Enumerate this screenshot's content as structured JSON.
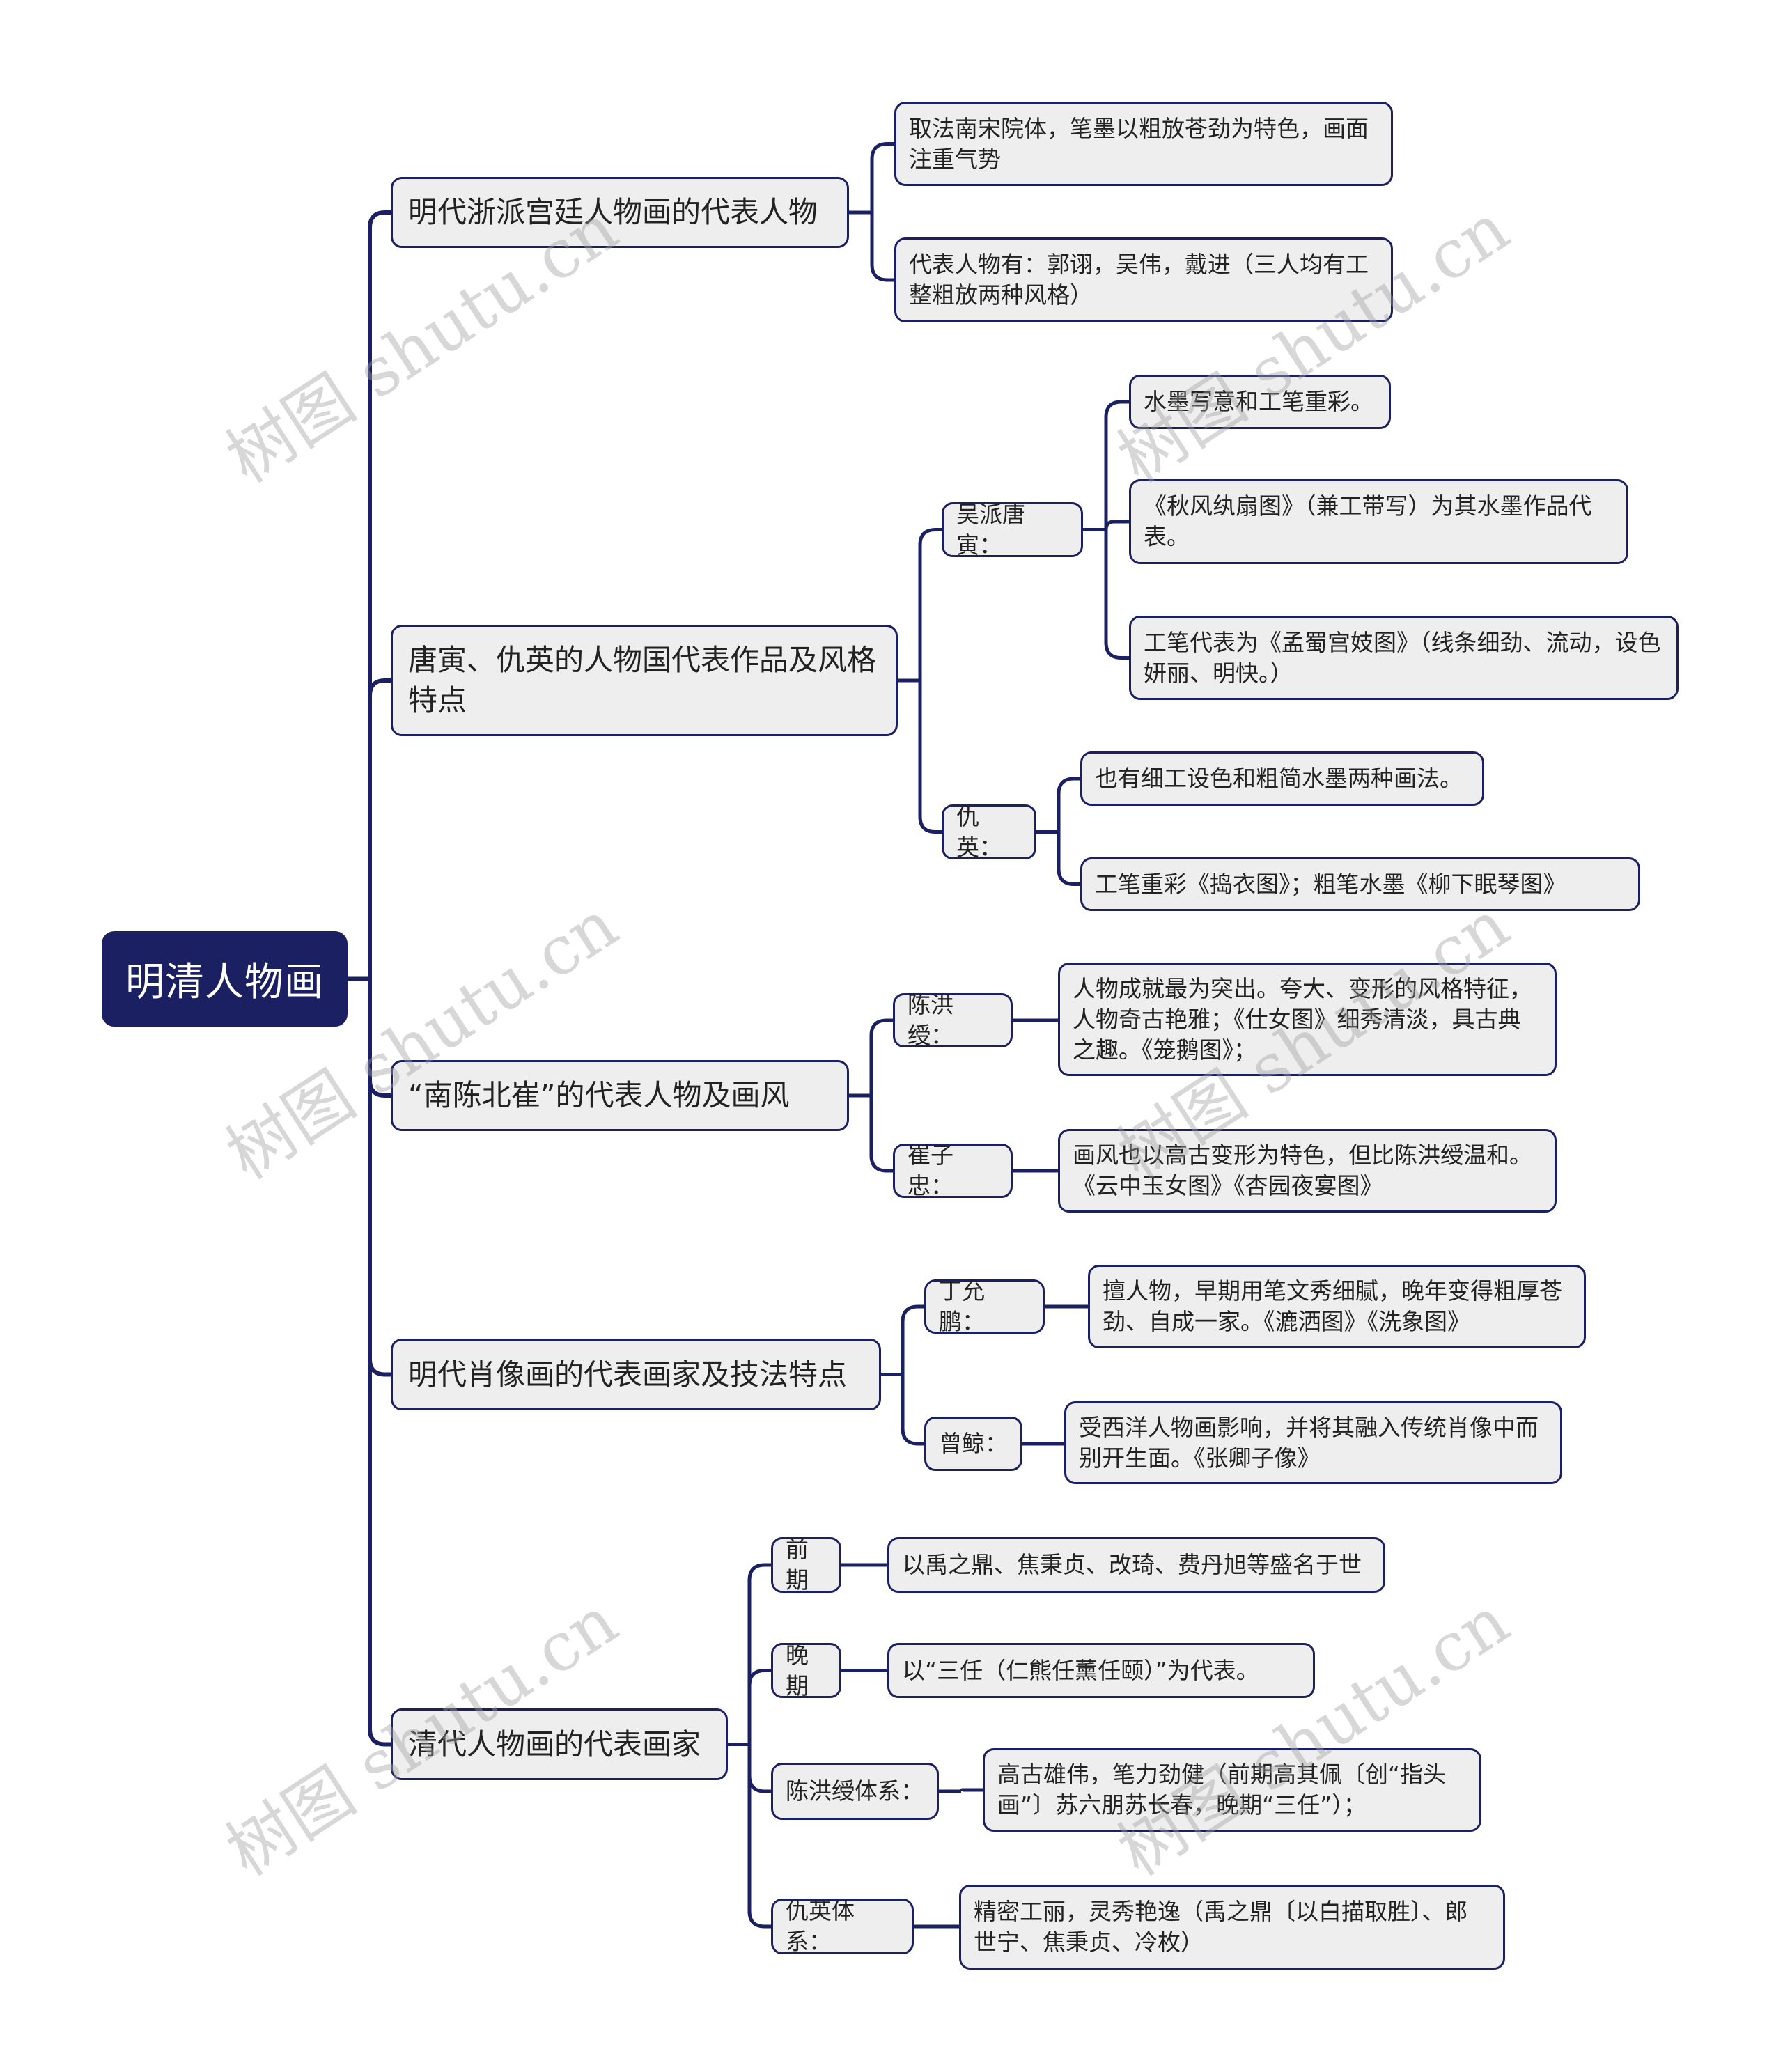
{
  "theme": {
    "accent": "#1b2062",
    "node_fill": "#eeeeee",
    "text": "#222222",
    "root_text": "#ffffff"
  },
  "watermark": "树图 shutu.cn",
  "root": {
    "label": "明清人物画"
  },
  "branches": [
    {
      "label": "明代浙派宫廷人物画的代表人物",
      "children": [
        {
          "label": "取法南宋院体，笔墨以粗放苍劲为特色，画面注重气势"
        },
        {
          "label": "代表人物有：郭诩，吴伟，戴进（三人均有工整粗放两种风格）"
        }
      ]
    },
    {
      "label": "唐寅、仇英的人物国代表作品及风格特点",
      "children": [
        {
          "label": "吴派唐寅：",
          "children": [
            {
              "label": "水墨写意和工笔重彩。"
            },
            {
              "label": "《秋风纨扇图》（兼工带写）为其水墨作品代表。"
            },
            {
              "label": "工笔代表为《孟蜀宫妓图》（线条细劲、流动，设色妍丽、明快。）"
            }
          ]
        },
        {
          "label": "仇英：",
          "children": [
            {
              "label": "也有细工设色和粗简水墨两种画法。"
            },
            {
              "label": "工笔重彩《捣衣图》；粗笔水墨《柳下眠琴图》"
            }
          ]
        }
      ]
    },
    {
      "label": "“南陈北崔”的代表人物及画风",
      "children": [
        {
          "label": "陈洪绶：",
          "children": [
            {
              "label": "人物成就最为突出。夸大、变形的风格特征，人物奇古艳雅；《仕女图》细秀清淡，具古典之趣。《笼鹅图》；"
            }
          ]
        },
        {
          "label": "崔子忠：",
          "children": [
            {
              "label": "画风也以高古变形为特色，但比陈洪绶温和。《云中玉女图》《杏园夜宴图》"
            }
          ]
        }
      ]
    },
    {
      "label": "明代肖像画的代表画家及技法特点",
      "children": [
        {
          "label": "丁允鹏：",
          "children": [
            {
              "label": "擅人物，早期用笔文秀细腻，晚年变得粗厚苍劲、自成一家。《漉洒图》《洗象图》"
            }
          ]
        },
        {
          "label": "曾鲸：",
          "children": [
            {
              "label": "受西洋人物画影响，并将其融入传统肖像中而别开生面。《张卿子像》"
            }
          ]
        }
      ]
    },
    {
      "label": "清代人物画的代表画家",
      "children": [
        {
          "label": "前期",
          "children": [
            {
              "label": "以禹之鼎、焦秉贞、改琦、费丹旭等盛名于世"
            }
          ]
        },
        {
          "label": "晚期",
          "children": [
            {
              "label": "以“三任（仁熊任薰任颐）”为代表。"
            }
          ]
        },
        {
          "label": "陈洪绶体系：",
          "children": [
            {
              "label": "高古雄伟，笔力劲健（前期高其佩〔创“指头画”〕苏六朋苏长春，晚期“三任”）；"
            }
          ]
        },
        {
          "label": "仇英体系：",
          "children": [
            {
              "label": "精密工丽，灵秀艳逸（禹之鼎〔以白描取胜〕、郎世宁、焦秉贞、冷枚）"
            }
          ]
        }
      ]
    }
  ]
}
